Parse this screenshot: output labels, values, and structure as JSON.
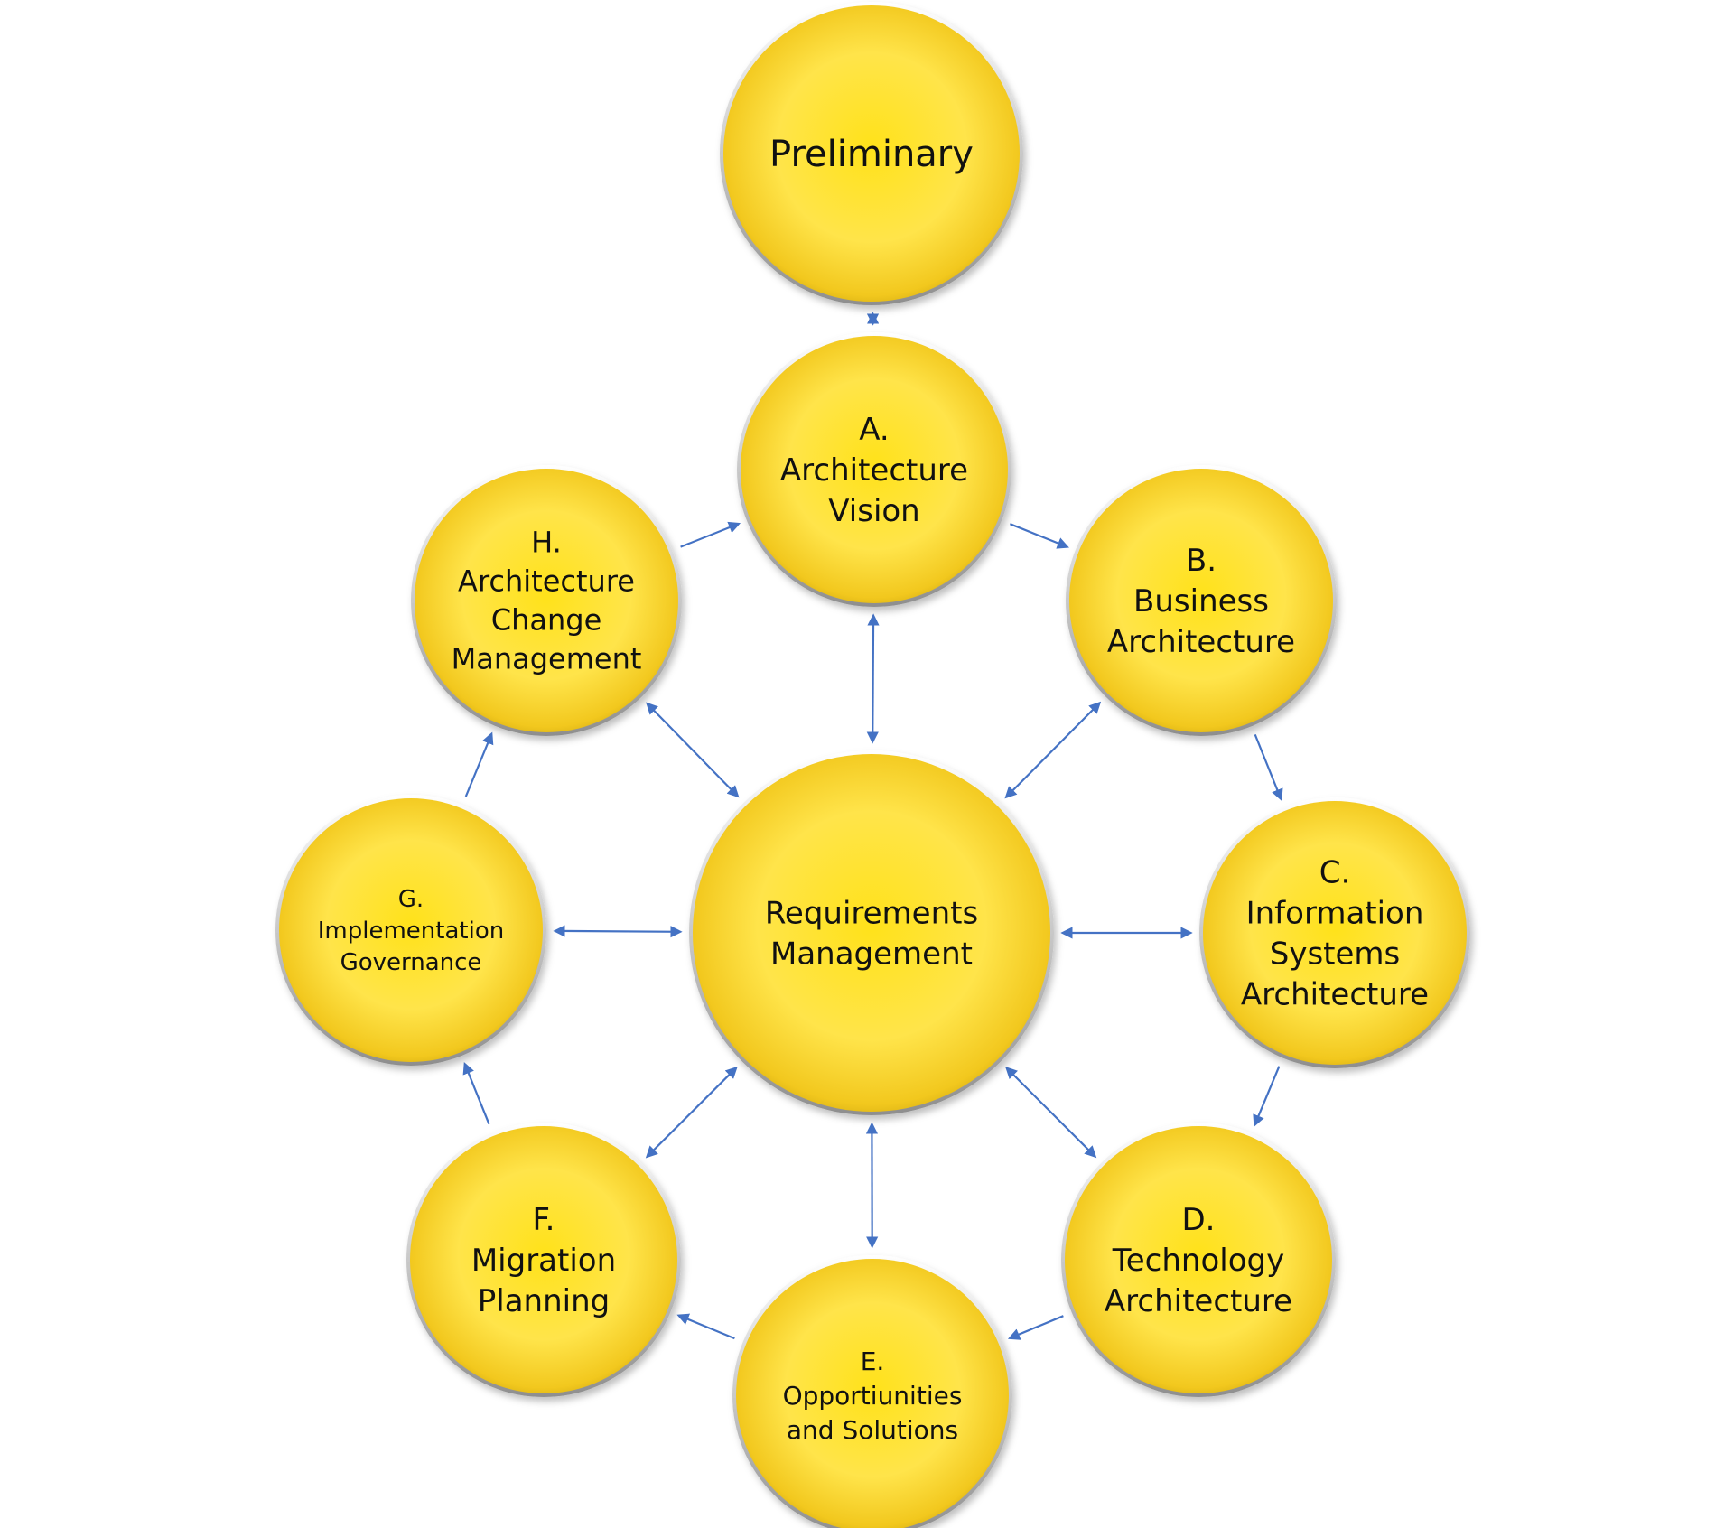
{
  "diagram": {
    "colors": {
      "node_fill_light": "#FFF27A",
      "node_fill_mid": "#FFE033",
      "node_fill_dark": "#E8B800",
      "node_border": "#A9A9A9",
      "connector": "#4472C4",
      "text": "#111111"
    },
    "nodes": [
      {
        "id": "preliminary",
        "lines": [
          "Preliminary"
        ]
      },
      {
        "id": "a",
        "lines": [
          "A.",
          "Architecture",
          "Vision"
        ]
      },
      {
        "id": "b",
        "lines": [
          "B.",
          "Business",
          "Architecture"
        ]
      },
      {
        "id": "c",
        "lines": [
          "C.",
          "Information",
          "Systems",
          "Architecture"
        ]
      },
      {
        "id": "d",
        "lines": [
          "D.",
          "Technology",
          "Architecture"
        ]
      },
      {
        "id": "e",
        "lines": [
          "E.",
          "Opportiunities",
          "and Solutions"
        ]
      },
      {
        "id": "f",
        "lines": [
          "F.",
          "Migration",
          "Planning"
        ]
      },
      {
        "id": "g",
        "lines": [
          "G.",
          "Implementation",
          "Governance"
        ]
      },
      {
        "id": "h",
        "lines": [
          "H.",
          "Architecture",
          "Change",
          "Management"
        ]
      },
      {
        "id": "rm",
        "lines": [
          "Requirements",
          "Management"
        ]
      }
    ],
    "edges": [
      {
        "from": "preliminary",
        "to": "a",
        "direction": "both"
      },
      {
        "from": "a",
        "to": "b",
        "direction": "forward"
      },
      {
        "from": "b",
        "to": "c",
        "direction": "forward"
      },
      {
        "from": "c",
        "to": "d",
        "direction": "forward"
      },
      {
        "from": "d",
        "to": "e",
        "direction": "forward"
      },
      {
        "from": "e",
        "to": "f",
        "direction": "forward"
      },
      {
        "from": "f",
        "to": "g",
        "direction": "forward"
      },
      {
        "from": "g",
        "to": "h",
        "direction": "forward"
      },
      {
        "from": "h",
        "to": "a",
        "direction": "forward"
      },
      {
        "from": "rm",
        "to": "a",
        "direction": "both"
      },
      {
        "from": "rm",
        "to": "b",
        "direction": "both"
      },
      {
        "from": "rm",
        "to": "c",
        "direction": "both"
      },
      {
        "from": "rm",
        "to": "d",
        "direction": "both"
      },
      {
        "from": "rm",
        "to": "e",
        "direction": "both"
      },
      {
        "from": "rm",
        "to": "f",
        "direction": "both"
      },
      {
        "from": "rm",
        "to": "g",
        "direction": "both"
      },
      {
        "from": "rm",
        "to": "h",
        "direction": "both"
      }
    ]
  }
}
